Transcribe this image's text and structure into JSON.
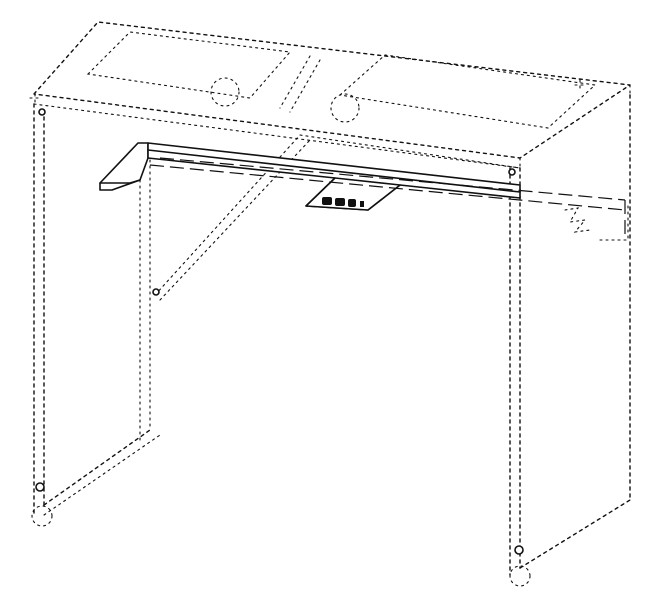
{
  "diagram": {
    "kind": "assembly-instruction",
    "highlighted_part": "support-rail",
    "ghosted_part": "cabinet-frame",
    "part_marking": "",
    "colors": {
      "line": "#111111",
      "background": "#ffffff"
    }
  }
}
